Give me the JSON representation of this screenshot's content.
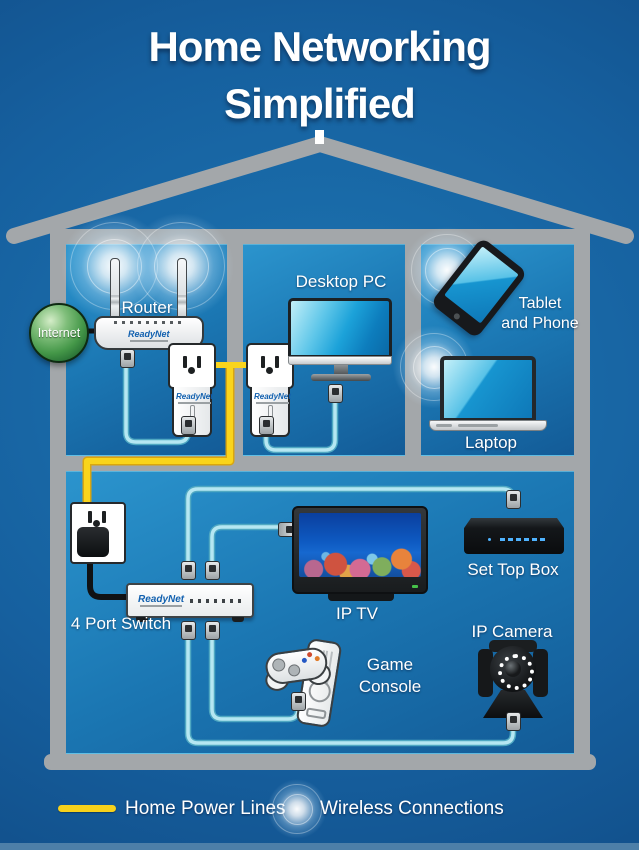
{
  "title": {
    "line1": "Home Networking",
    "line2": "Simplified"
  },
  "brand": "ReadyNet",
  "devices": {
    "internet": "Internet",
    "router": "Router",
    "desktop_pc": "Desktop PC",
    "tablet_phone_line1": "Tablet",
    "tablet_phone_line2": "and Phone",
    "laptop": "Laptop",
    "switch": "4 Port Switch",
    "ip_tv": "IP TV",
    "set_top_box": "Set Top Box",
    "game_console_line1": "Game",
    "game_console_line2": "Console",
    "ip_camera": "IP Camera"
  },
  "legend": {
    "power_lines": "Home Power Lines",
    "wireless": "Wireless Connections"
  },
  "colors": {
    "power_line": "#f7d11b",
    "ethernet_cable": "#b5e7f2",
    "house_frame": "#a3a7aa",
    "background_blue": "#16609f",
    "brand_blue": "#1160af",
    "internet_green": "#449748"
  }
}
